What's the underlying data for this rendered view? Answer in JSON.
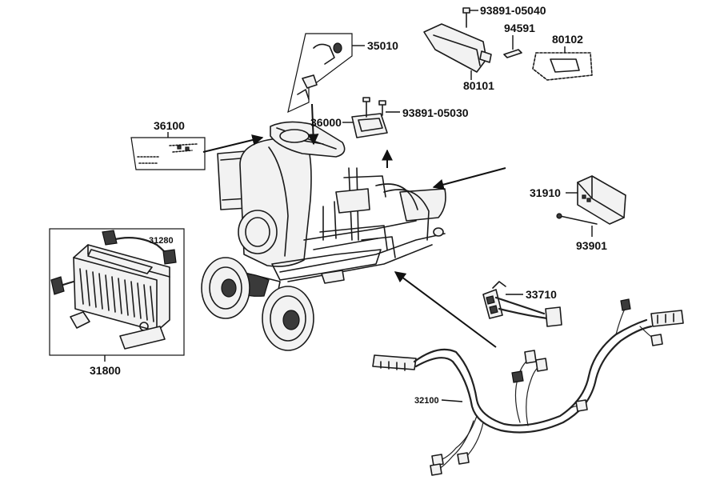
{
  "parts": {
    "p35010": "35010",
    "p93891_05040": "93891-05040",
    "p94591": "94591",
    "p80102": "80102",
    "p80101": "80101",
    "p36000": "36000",
    "p93891_05030": "93891-05030",
    "p36100": "36100",
    "p31910": "31910",
    "p93901": "93901",
    "p31280": "31280",
    "p31800": "31800",
    "p33710": "33710",
    "p32100": "32100"
  }
}
